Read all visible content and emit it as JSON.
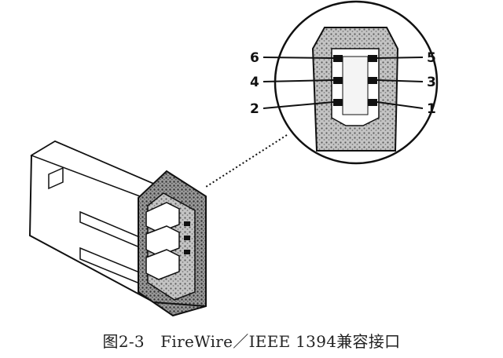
{
  "figure": {
    "caption": "图2-3　FireWire／IEEE 1394兼容接口",
    "pins": [
      {
        "id": "6",
        "side": "left"
      },
      {
        "id": "5",
        "side": "right"
      },
      {
        "id": "4",
        "side": "left"
      },
      {
        "id": "3",
        "side": "right"
      },
      {
        "id": "2",
        "side": "left"
      },
      {
        "id": "1",
        "side": "right"
      }
    ],
    "colors": {
      "ink": "#111111",
      "fill": "#b0b0b0",
      "background": "#ffffff"
    }
  }
}
